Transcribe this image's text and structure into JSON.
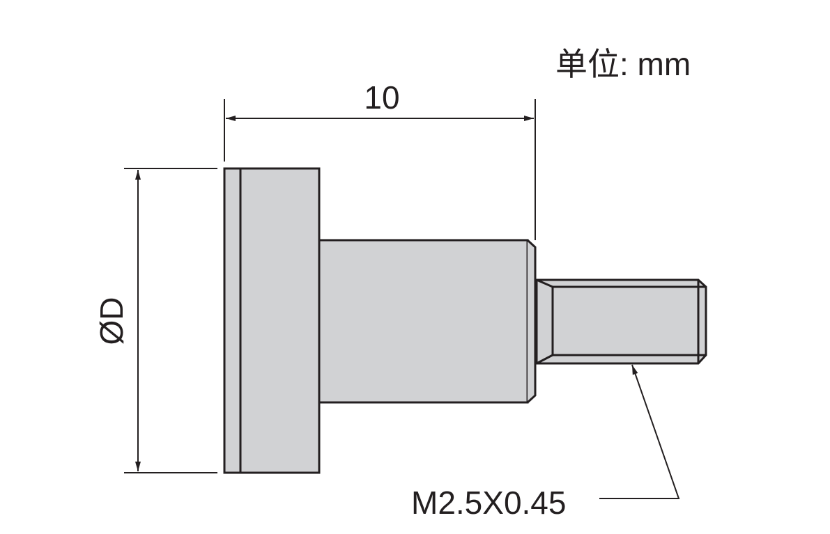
{
  "unit_label": "单位: mm",
  "dimensions": {
    "length": "10",
    "diameter": "ØD",
    "thread": "M2.5X0.45"
  },
  "colors": {
    "part_fill": "#d1d2d4",
    "line": "#231f20"
  }
}
